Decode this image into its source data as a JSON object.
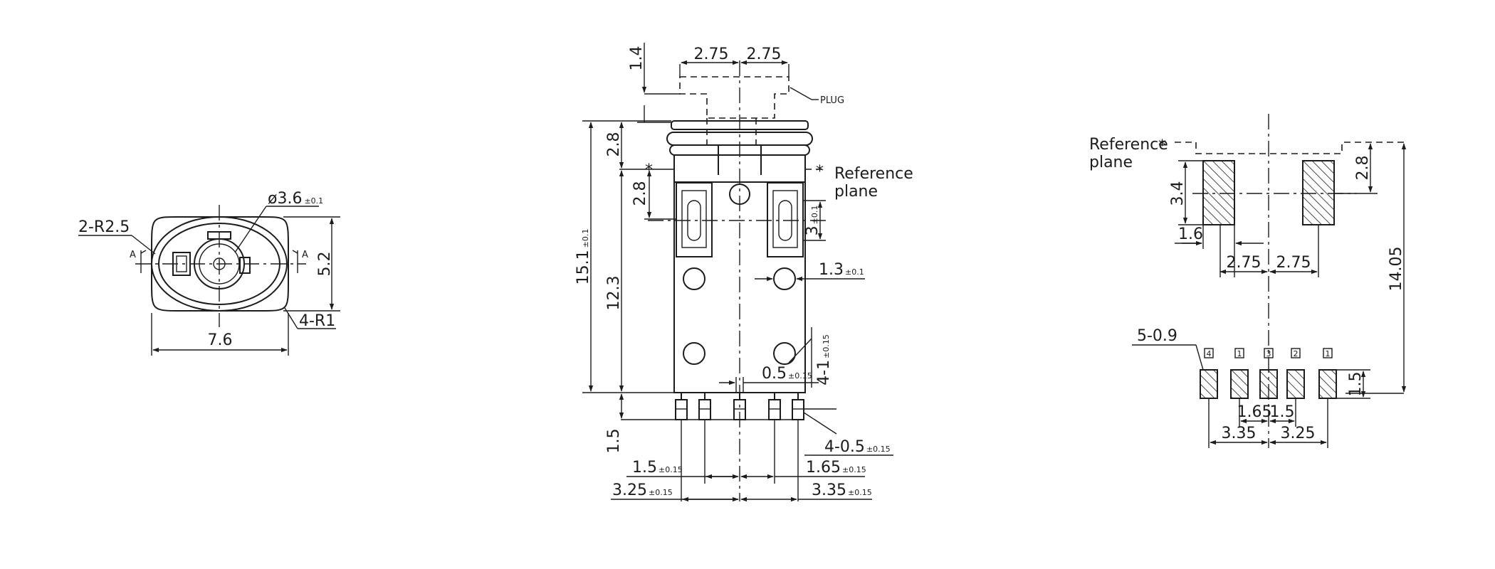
{
  "front_view": {
    "radius_corners": "2-R2.5",
    "hole_diameter": "ø3.6",
    "hole_tol": "±0.1",
    "section_mark": "A",
    "height": "5.2",
    "small_radius": "4-R1",
    "width": "7.6"
  },
  "side_view": {
    "plug_offset": "1.4",
    "pin_half_left": "2.75",
    "pin_half_right": "2.75",
    "plug_label": "PLUG",
    "reference_label_1": "Reference",
    "reference_label_2": "plane",
    "reference_star": "*",
    "upper_h": "2.8",
    "total_h": "15.1",
    "total_tol": "±0.1",
    "ref_h": "2.8",
    "slot_h": "3",
    "slot_tol": "±0.1",
    "hole_d": "1.3",
    "hole_tol": "±0.1",
    "body_h": "12.3",
    "hole_count": "4-1",
    "hole_count_tol": "±0.15",
    "pin_w": "0.5",
    "pin_w_tol": "±0.15",
    "pin_len": "1.5",
    "pins_count": "4-0.5",
    "pins_count_tol": "±0.15",
    "pitch_a": "1.5",
    "pitch_a_tol": "±0.15",
    "pitch_b": "1.65",
    "pitch_b_tol": "±0.15",
    "outer_a": "3.25",
    "outer_a_tol": "±0.15",
    "outer_b": "3.35",
    "outer_b_tol": "±0.15"
  },
  "pcb_layout": {
    "reference_label_1": "Reference",
    "reference_label_2": "plane",
    "reference_star": "*",
    "pad_h": "3.4",
    "ref_to_pad": "2.8",
    "pad_w": "1.6",
    "pad_half_left": "2.75",
    "pad_half_right": "2.75",
    "overall_h": "14.05",
    "pin_count": "5-0.9",
    "pin_numbers": [
      "4",
      "1",
      "3",
      "2",
      "1"
    ],
    "pin_len": "1.5",
    "pitch_a": "1.65",
    "pitch_b": "1.5",
    "outer_a": "3.35",
    "outer_b": "3.25"
  }
}
